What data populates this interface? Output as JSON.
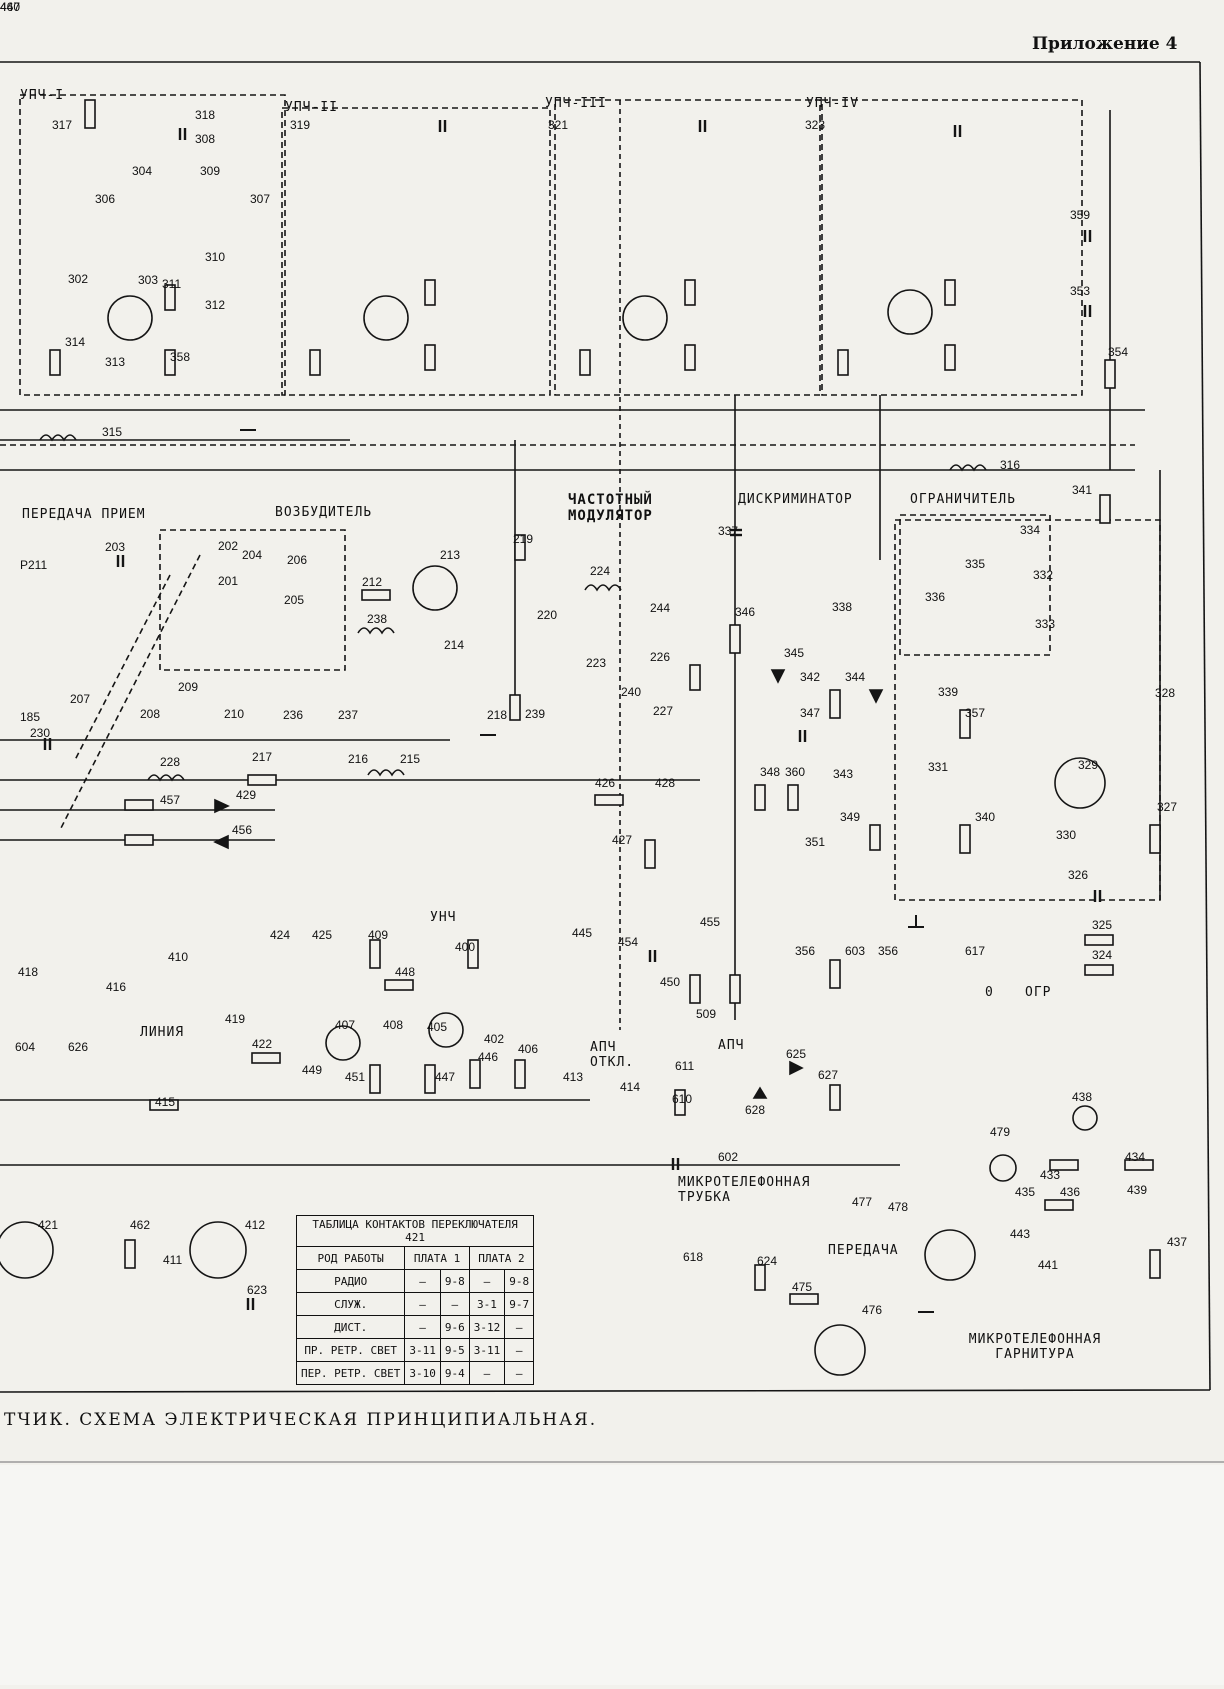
{
  "header": {
    "appendix": "Приложение 4"
  },
  "caption": "ТЧИК. СХЕМА ЭЛЕКТРИЧЕСКАЯ ПРИНЦИПИАЛЬНАЯ.",
  "blocks": {
    "ifa1": "УПЧ-I",
    "ifa2": "УПЧ-II",
    "ifa3": "УПЧ-III",
    "ifa4": "УПЧ-IV",
    "tx_rx": "ПЕРЕДАЧА  ПРИЕМ",
    "exciter": "ВОЗБУДИТЕЛЬ",
    "fm_mod": "ЧАСТОТНЫЙ МОДУЛЯТОР",
    "discrim": "ДИСКРИМИНАТОР",
    "limiter": "ОГРАНИЧИТЕЛЬ",
    "lfa": "УНЧ",
    "line": "ЛИНИЯ",
    "afc_off": "АПЧ ОТКЛ.",
    "afc": "АПЧ",
    "handset": "МИКРОТЕЛЕФОННАЯ ТРУБКА",
    "headset": "МИКРОТЕЛЕФОННАЯ ГАРНИТУРА",
    "transmit": "ПЕРЕДАЧА",
    "term_zero": "0",
    "term_limit": "ОГР"
  },
  "components": [
    "317",
    "318",
    "308",
    "304",
    "309",
    "306",
    "307",
    "302",
    "303",
    "311",
    "310",
    "312",
    "313",
    "314",
    "358",
    "315",
    "319",
    "321",
    "323",
    "359",
    "353",
    "354",
    "316",
    "341",
    "334",
    "335",
    "332",
    "336",
    "333",
    "338",
    "342",
    "344",
    "345",
    "346",
    "337",
    "347",
    "348",
    "360",
    "343",
    "349",
    "351",
    "356",
    "603",
    "339",
    "357",
    "331",
    "329",
    "340",
    "330",
    "326",
    "328",
    "327",
    "325",
    "324",
    "356",
    "617",
    "P211",
    "203",
    "202",
    "201",
    "204",
    "206",
    "205",
    "212",
    "213",
    "219",
    "224",
    "220",
    "244",
    "238",
    "214",
    "223",
    "240",
    "226",
    "185",
    "207",
    "208",
    "209",
    "210",
    "236",
    "237",
    "218",
    "239",
    "227",
    "230",
    "228",
    "217",
    "216",
    "215",
    "426",
    "428",
    "457",
    "429",
    "427",
    "456",
    "424",
    "425",
    "409",
    "448",
    "400",
    "445",
    "454",
    "455",
    "450",
    "509",
    "402",
    "405",
    "407",
    "408",
    "422",
    "449",
    "451",
    "447",
    "446",
    "406",
    "413",
    "414",
    "611",
    "610",
    "625",
    "628",
    "627",
    "602",
    "626",
    "419",
    "415",
    "416",
    "410",
    "418",
    "604",
    "421",
    "462",
    "411",
    "412",
    "623",
    "618",
    "624",
    "475",
    "476",
    "477",
    "478",
    "479",
    "438",
    "433",
    "434",
    "435",
    "436",
    "443",
    "441",
    "439",
    "437",
    "467",
    "440"
  ],
  "table": {
    "title": "ТАБЛИЦА КОНТАКТОВ ПЕРЕКЛЮЧАТЕЛЯ 421",
    "headers": [
      "РОД РАБОТЫ",
      "ПЛАТА 1",
      "ПЛАТА 2"
    ],
    "rows": [
      [
        "РАДИО",
        "—",
        "9-8",
        "—",
        "9-8"
      ],
      [
        "СЛУЖ.",
        "—",
        "—",
        "3-1",
        "9-7"
      ],
      [
        "ДИСТ.",
        "—",
        "9-6",
        "3-12",
        "—"
      ],
      [
        "ПР. РЕТР. СВЕТ",
        "3-11",
        "9-5",
        "3-11",
        "—"
      ],
      [
        "ПЕР. РЕТР. СВЕТ",
        "3-10",
        "9-4",
        "—",
        "—"
      ]
    ]
  }
}
